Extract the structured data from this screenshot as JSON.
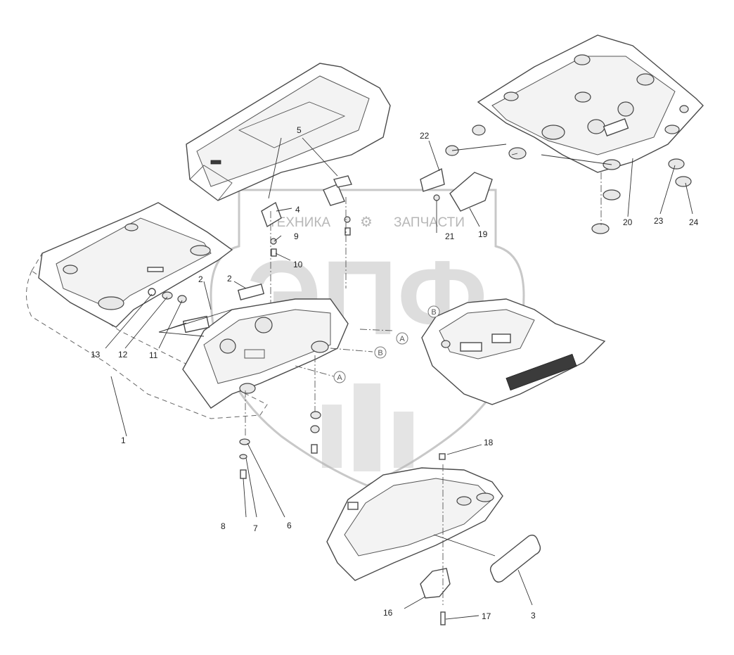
{
  "callouts": {
    "c1": "1",
    "c2a": "2",
    "c2b": "2",
    "c3": "3",
    "c4": "4",
    "c5": "5",
    "c6": "6",
    "c7": "7",
    "c8": "8",
    "c9": "9",
    "c10": "10",
    "c11": "11",
    "c12": "12",
    "c13": "13",
    "c16": "16",
    "c17": "17",
    "c18": "18",
    "c19": "19",
    "c20": "20",
    "c21": "21",
    "c22": "22",
    "c23": "23",
    "c24": "24"
  },
  "section_refs": {
    "a1": "A",
    "a2": "A",
    "b1": "B",
    "b2": "B"
  },
  "watermark": {
    "brand": "ТЕХНИКА",
    "brand2": "ЗАПЧАСТИ",
    "monogram": "ЭПФ"
  }
}
